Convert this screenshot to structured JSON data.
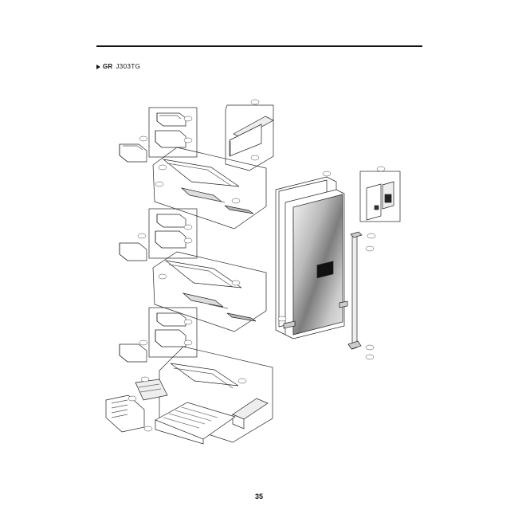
{
  "header": {
    "model_prefix": "GR",
    "model_code": "J303TG"
  },
  "page": {
    "number": "35"
  }
}
